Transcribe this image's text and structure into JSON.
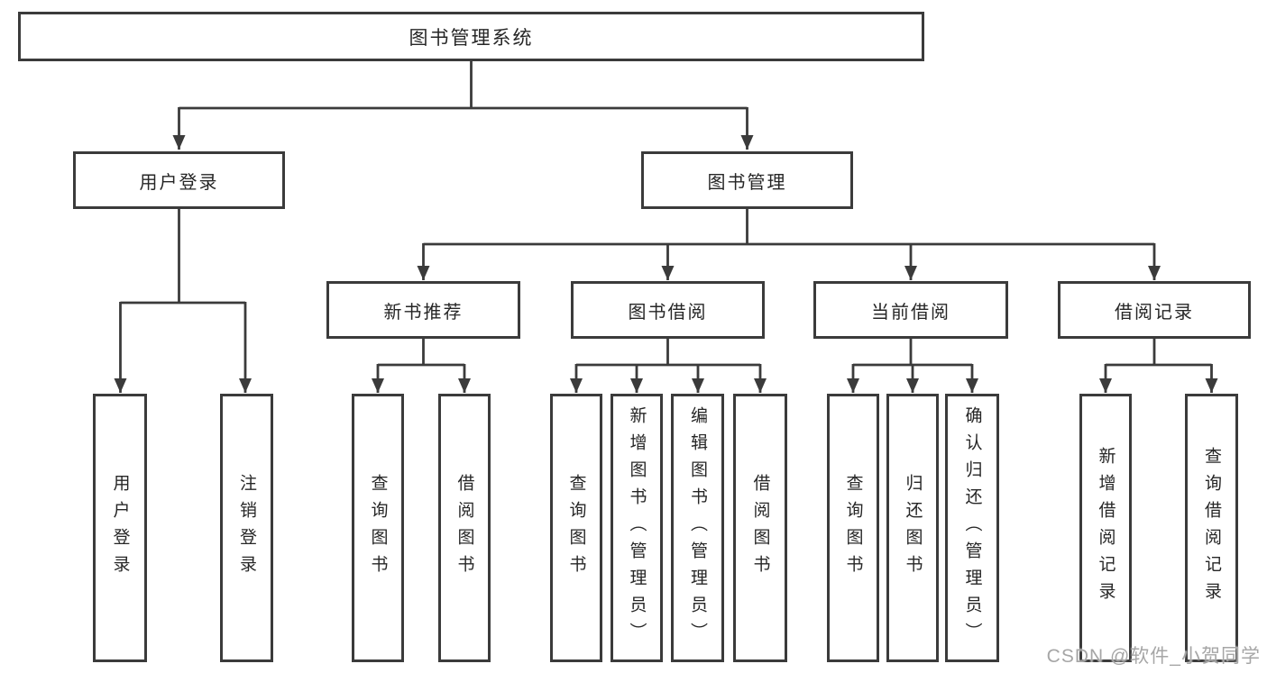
{
  "diagram": {
    "root": "图书管理系统",
    "level2": [
      {
        "label": "用户登录",
        "children": [
          "用户登录",
          "注销登录"
        ]
      },
      {
        "label": "图书管理",
        "sections": [
          {
            "label": "新书推荐",
            "children": [
              "查询图书",
              "借阅图书"
            ]
          },
          {
            "label": "图书借阅",
            "children": [
              "查询图书",
              "新增图书（管理员）",
              "编辑图书（管理员）",
              "借阅图书"
            ]
          },
          {
            "label": "当前借阅",
            "children": [
              "查询图书",
              "归还图书",
              "确认归还（管理员）"
            ]
          },
          {
            "label": "借阅记录",
            "children": [
              "新增借阅记录",
              "查询借阅记录"
            ]
          }
        ]
      }
    ],
    "colors": {
      "line": "#3b3b3b",
      "box_border": "#3b3b3b",
      "box_fill": "#ffffff",
      "text": "#262626",
      "watermark": "#a6a6a6",
      "background": "#ffffff"
    }
  },
  "watermark": "CSDN @软件_小贺同学"
}
